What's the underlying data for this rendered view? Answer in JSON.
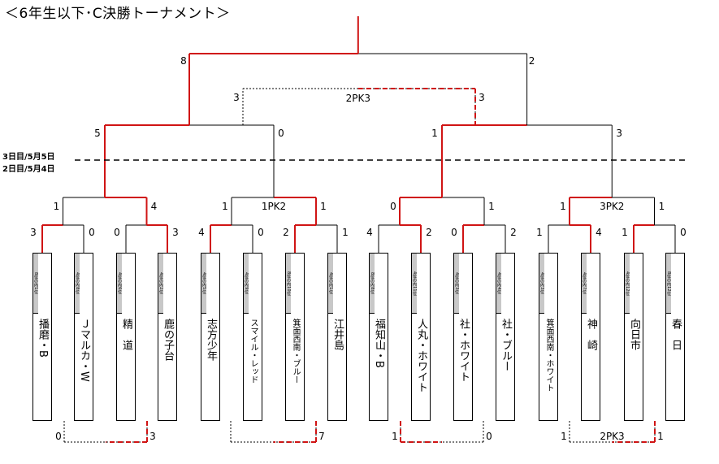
{
  "title": "＜6年生以下･C決勝トーナメント＞",
  "day_labels": [
    "3日目/5月5日",
    "2日目/5月4日"
  ],
  "teams": [
    {
      "seed": "8位の内1位",
      "name": "播磨・B"
    },
    {
      "seed": "4位の内8位",
      "name": "Ｊマルカ・W"
    },
    {
      "seed": "4位の内6位",
      "name": "精　道"
    },
    {
      "seed": "4位の内2位",
      "name": "鹿の子台"
    },
    {
      "seed": "4位の内5位",
      "name": "志方少年"
    },
    {
      "seed": "4位の内9位",
      "name": "スマイル・レッド"
    },
    {
      "seed": "8位の内10位",
      "name": "箕面西南・ブルー"
    },
    {
      "seed": "4位の内1位",
      "name": "江井島"
    },
    {
      "seed": "8位の内8位",
      "name": "福知山・B"
    },
    {
      "seed": "4位の内11位",
      "name": "人丸・ホワイト"
    },
    {
      "seed": "4位の内3位",
      "name": "社・ホワイト"
    },
    {
      "seed": "4位の内4位",
      "name": "社・ブルー"
    },
    {
      "seed": "4位の内3位",
      "name": "箕面西南・ホワイト"
    },
    {
      "seed": "4位の内7位",
      "name": "神　崎"
    },
    {
      "seed": "4位の内12位",
      "name": "向日市"
    },
    {
      "seed": "8位の内12位",
      "name": "春　日"
    }
  ],
  "scores": {
    "r1": [
      [
        "3",
        "0"
      ],
      [
        "0",
        "3"
      ],
      [
        "4",
        "0"
      ],
      [
        "2",
        "1"
      ],
      [
        "4",
        "2"
      ],
      [
        "0",
        "2"
      ],
      [
        "1",
        "4"
      ],
      [
        "1",
        "0"
      ]
    ],
    "r2": [
      [
        "1",
        "4"
      ],
      [
        "1",
        "1"
      ],
      [
        "0",
        "1"
      ],
      [
        "1",
        "1"
      ]
    ],
    "r2_pk": [
      "",
      "1PK2",
      "",
      "3PK2"
    ],
    "r3": [
      [
        "5",
        "0"
      ],
      [
        "1",
        "3"
      ]
    ],
    "final": [
      "8",
      "2"
    ],
    "third_place": [
      "3",
      "3"
    ],
    "third_place_pk": "2PK3",
    "bottom": [
      [
        "0",
        "3"
      ],
      [
        "",
        "7"
      ],
      [
        "1",
        "0"
      ],
      [
        "1",
        "1"
      ]
    ],
    "bottom_pk": [
      "",
      "",
      "",
      "2PK3"
    ]
  }
}
